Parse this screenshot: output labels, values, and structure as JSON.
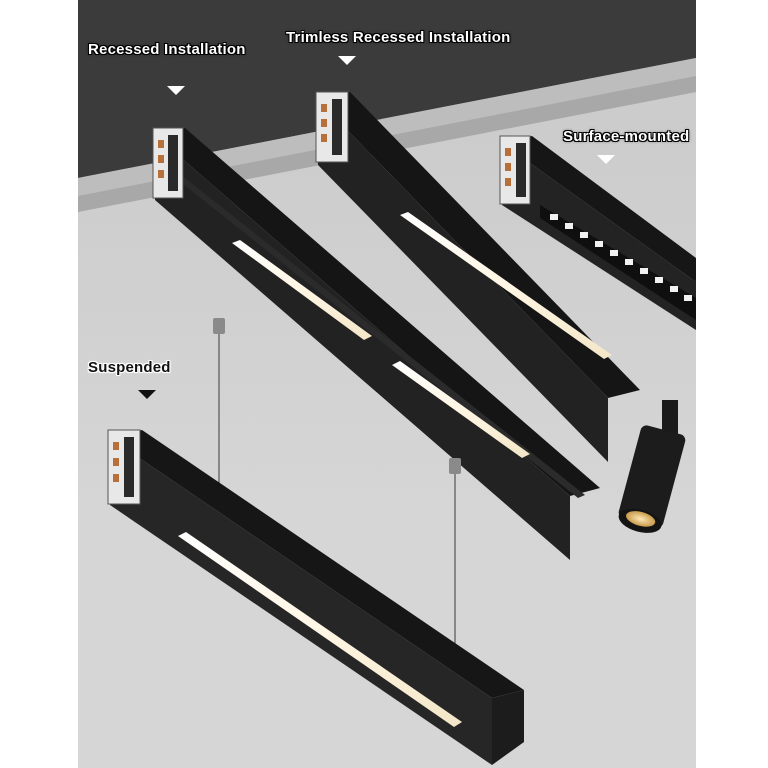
{
  "labels": {
    "recessed": "Recessed Installation",
    "trimless": "Trimless Recessed Installation",
    "surface": "Surface-mounted",
    "suspended": "Suspended"
  },
  "colors": {
    "ceiling_dark": "#3a3a3a",
    "wall_light": "#d9d9d9",
    "floor": "#cfcfcf",
    "fixture_black": "#1a1a1a",
    "led_glow": "#fff4dc",
    "copper": "#b8703a"
  }
}
